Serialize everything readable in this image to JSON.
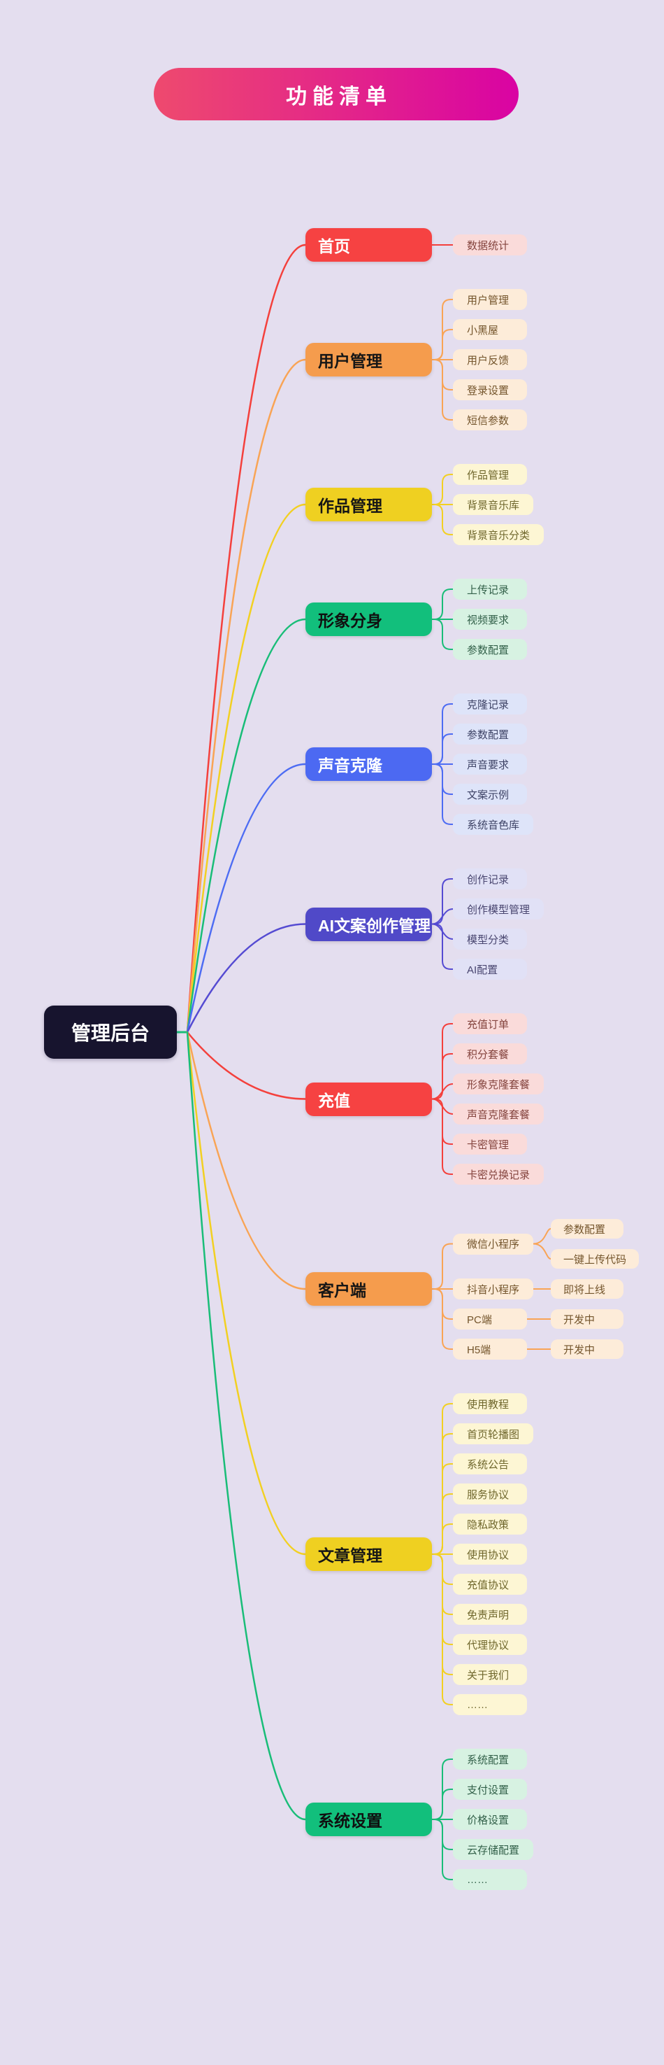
{
  "canvas": {
    "background": "#e4deef"
  },
  "title": {
    "text": "功能清单",
    "gradient_left": "#ee4a6e",
    "gradient_right": "#d903a3",
    "text_color": "#ffffff"
  },
  "root": {
    "label": "管理后台",
    "bg": "#17142e",
    "text_color": "#ffffff",
    "stub_color": "#19bd78"
  },
  "themes": {
    "red": {
      "line": "#f4403c",
      "node_bg": "#f64242",
      "node_text": "#ffffff",
      "child_bg": "#fadbda",
      "child_text": "#84443e"
    },
    "orange": {
      "line": "#f9a455",
      "node_bg": "#f59c4d",
      "node_text": "#161616",
      "child_bg": "#fdecd9",
      "child_text": "#74552c"
    },
    "yellow": {
      "line": "#f2d022",
      "node_bg": "#efd021",
      "node_text": "#161616",
      "child_bg": "#fdf6d4",
      "child_text": "#6f672c"
    },
    "green": {
      "line": "#19bd78",
      "node_bg": "#12bf7c",
      "node_text": "#101010",
      "child_bg": "#d7f2e2",
      "child_text": "#33614a"
    },
    "blue": {
      "line": "#4d6cf3",
      "node_bg": "#4c69f2",
      "node_text": "#ffffff",
      "child_bg": "#dee4f9",
      "child_text": "#3e4366"
    },
    "indigo": {
      "line": "#554bd2",
      "node_bg": "#5049c8",
      "node_text": "#ffffff",
      "child_bg": "#e1e1f6",
      "child_text": "#494670"
    }
  },
  "branches": [
    {
      "label": "首页",
      "theme": "red",
      "children": [
        {
          "label": "数据统计"
        }
      ]
    },
    {
      "label": "用户管理",
      "theme": "orange",
      "children": [
        {
          "label": "用户管理"
        },
        {
          "label": "小黑屋"
        },
        {
          "label": "用户反馈"
        },
        {
          "label": "登录设置"
        },
        {
          "label": "短信参数"
        }
      ]
    },
    {
      "label": "作品管理",
      "theme": "yellow",
      "children": [
        {
          "label": "作品管理"
        },
        {
          "label": "背景音乐库"
        },
        {
          "label": "背景音乐分类"
        }
      ]
    },
    {
      "label": "形象分身",
      "theme": "green",
      "children": [
        {
          "label": "上传记录"
        },
        {
          "label": "视频要求"
        },
        {
          "label": "参数配置"
        }
      ]
    },
    {
      "label": "声音克隆",
      "theme": "blue",
      "children": [
        {
          "label": "克隆记录"
        },
        {
          "label": "参数配置"
        },
        {
          "label": "声音要求"
        },
        {
          "label": "文案示例"
        },
        {
          "label": "系统音色库"
        }
      ]
    },
    {
      "label": "AI文案创作管理",
      "theme": "indigo",
      "children": [
        {
          "label": "创作记录"
        },
        {
          "label": "创作模型管理"
        },
        {
          "label": "模型分类"
        },
        {
          "label": "AI配置"
        }
      ]
    },
    {
      "label": "充值",
      "theme": "red",
      "children": [
        {
          "label": "充值订单"
        },
        {
          "label": "积分套餐"
        },
        {
          "label": "形象克隆套餐"
        },
        {
          "label": "声音克隆套餐"
        },
        {
          "label": "卡密管理"
        },
        {
          "label": "卡密兑换记录"
        }
      ]
    },
    {
      "label": "客户端",
      "theme": "orange",
      "children": [
        {
          "label": "微信小程序",
          "children": [
            {
              "label": "参数配置"
            },
            {
              "label": "一键上传代码"
            }
          ]
        },
        {
          "label": "抖音小程序",
          "children": [
            {
              "label": "即将上线"
            }
          ]
        },
        {
          "label": "PC端",
          "children": [
            {
              "label": "开发中"
            }
          ]
        },
        {
          "label": "H5端",
          "children": [
            {
              "label": "开发中"
            }
          ]
        }
      ]
    },
    {
      "label": "文章管理",
      "theme": "yellow",
      "children": [
        {
          "label": "使用教程"
        },
        {
          "label": "首页轮播图"
        },
        {
          "label": "系统公告"
        },
        {
          "label": "服务协议"
        },
        {
          "label": "隐私政策"
        },
        {
          "label": "使用协议"
        },
        {
          "label": "充值协议"
        },
        {
          "label": "免责声明"
        },
        {
          "label": "代理协议"
        },
        {
          "label": "关于我们"
        },
        {
          "label": "……"
        }
      ]
    },
    {
      "label": "系统设置",
      "theme": "green",
      "children": [
        {
          "label": "系统配置"
        },
        {
          "label": "支付设置"
        },
        {
          "label": "价格设置"
        },
        {
          "label": "云存储配置"
        },
        {
          "label": "……"
        }
      ]
    }
  ]
}
